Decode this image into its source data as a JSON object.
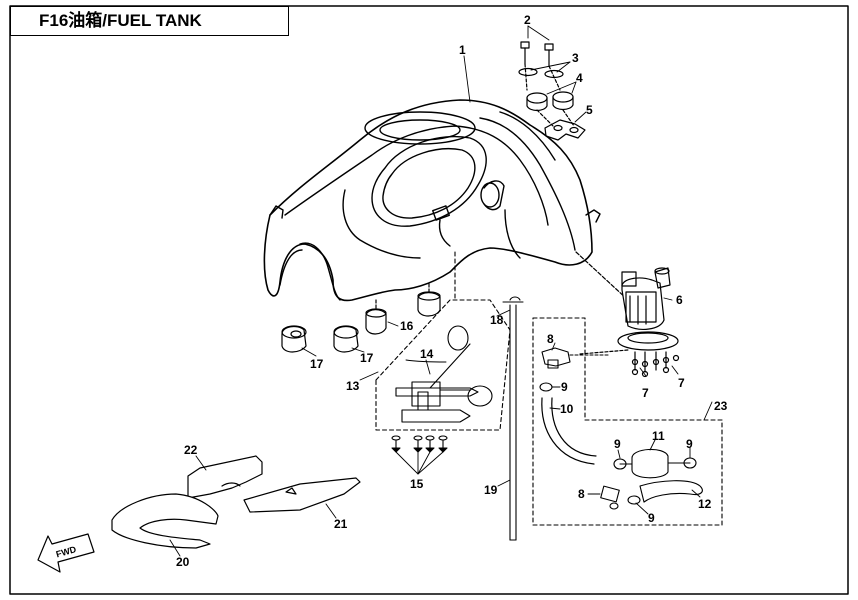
{
  "title": "F16油箱/FUEL TANK",
  "direction_label": "FWD",
  "callouts": {
    "c1": "1",
    "c2": "2",
    "c3": "3",
    "c4": "4",
    "c5": "5",
    "c6": "6",
    "c7a": "7",
    "c7b": "7",
    "c8a": "8",
    "c8b": "8",
    "c9a": "9",
    "c9b": "9",
    "c9c": "9",
    "c9d": "9",
    "c10": "10",
    "c11": "11",
    "c12": "12",
    "c13": "13",
    "c14": "14",
    "c15": "15",
    "c16": "16",
    "c17a": "17",
    "c17b": "17",
    "c18": "18",
    "c19": "19",
    "c20": "20",
    "c21": "21",
    "c22": "22",
    "c23": "23"
  },
  "colors": {
    "line": "#000000",
    "background": "#ffffff"
  }
}
